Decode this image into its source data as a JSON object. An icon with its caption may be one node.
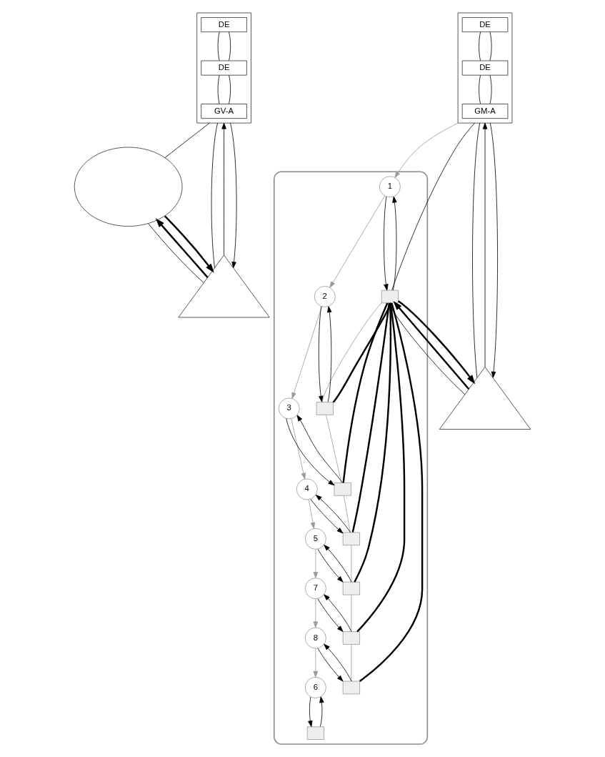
{
  "diagram": {
    "nodes": [
      {
        "text": [],
        "shape": "box"
      },
      {
        "text": [
          "DE"
        ],
        "in": 0
      },
      {
        "text": [
          "DE"
        ],
        "in": 0
      },
      {
        "text": [
          "GV-A"
        ],
        "in": 0
      },
      {
        "text": [],
        "shape": "ellipse"
      },
      {
        "text": [],
        "shape": "triangle"
      },
      {
        "text": [],
        "shape": "box"
      },
      {
        "text": [
          "DE"
        ],
        "in": 6
      },
      {
        "text": [
          "DE"
        ],
        "in": 6
      },
      {
        "text": [
          "GM-A"
        ],
        "in": 6
      },
      {
        "text": [],
        "shape": "triangle"
      },
      {
        "text": [],
        "shape": "ellipse"
      },
      {
        "text": [
          "1"
        ],
        "in": 11
      },
      {
        "text": [
          "2"
        ],
        "in": 11
      },
      {
        "text": [
          "3"
        ],
        "in": 11
      },
      {
        "text": [
          "4"
        ],
        "in": 11
      },
      {
        "text": [
          "5"
        ],
        "in": 11
      },
      {
        "text": [
          "7"
        ],
        "in": 11
      },
      {
        "text": [
          "8"
        ],
        "in": 11
      },
      {
        "text": [
          "6"
        ],
        "in": 11
      },
      {
        "text": [],
        "shape": "box",
        "in": 11
      },
      {
        "text": [],
        "shape": "box",
        "in": 11
      },
      {
        "text": [],
        "shape": "box",
        "in": 11
      },
      {
        "text": [],
        "shape": "box",
        "in": 11
      },
      {
        "text": [],
        "shape": "box",
        "in": 11
      },
      {
        "text": [],
        "shape": "box",
        "in": 11
      },
      {
        "text": [],
        "shape": "box",
        "in": 11
      },
      {
        "text": [],
        "shape": "box",
        "in": 11
      }
    ],
    "edges": [
      {
        "from": 1,
        "to": 2,
        "arrow": "none"
      },
      {
        "from": 2,
        "to": 3,
        "arrow": "none"
      },
      {
        "from": 1,
        "to": 2,
        "arrow": "none"
      },
      {
        "from": 2,
        "to": 3,
        "arrow": "none"
      },
      {
        "from": 4,
        "to": 0,
        "arrow": "none"
      },
      {
        "from": 0,
        "to": 5,
        "arrow": "none"
      },
      {
        "from": 4,
        "to": 5,
        "arrow": "none"
      },
      {
        "from": 5,
        "to": 0,
        "arrow": "to"
      },
      {
        "from": 0,
        "to": 5,
        "arrow": "to"
      },
      {
        "from": 5,
        "to": 4,
        "arrow": "to",
        "style": "thick"
      },
      {
        "from": 4,
        "to": 5,
        "arrow": "to",
        "style": "thick"
      },
      {
        "from": 7,
        "to": 8,
        "arrow": "none"
      },
      {
        "from": 8,
        "to": 9,
        "arrow": "none"
      },
      {
        "from": 7,
        "to": 8,
        "arrow": "none"
      },
      {
        "from": 8,
        "to": 9,
        "arrow": "none"
      },
      {
        "from": 6,
        "to": 12,
        "arrow": "to",
        "color": "#999999"
      },
      {
        "from": 6,
        "to": 20,
        "arrow": "none"
      },
      {
        "from": 6,
        "to": 10,
        "arrow": "none"
      },
      {
        "from": 20,
        "to": 10,
        "arrow": "none"
      },
      {
        "from": 10,
        "to": 6,
        "arrow": "to"
      },
      {
        "from": 6,
        "to": 10,
        "arrow": "to"
      },
      {
        "from": 10,
        "to": 20,
        "arrow": "to",
        "style": "thick"
      },
      {
        "from": 20,
        "to": 10,
        "arrow": "to",
        "style": "thick"
      },
      {
        "from": 12,
        "to": 13,
        "arrow": "to",
        "color": "#999999"
      },
      {
        "from": 13,
        "to": 14,
        "arrow": "to",
        "color": "#999999"
      },
      {
        "from": 14,
        "to": 15,
        "arrow": "to",
        "color": "#999999"
      },
      {
        "from": 15,
        "to": 16,
        "arrow": "to",
        "color": "#999999"
      },
      {
        "from": 16,
        "to": 17,
        "arrow": "to",
        "color": "#999999"
      },
      {
        "from": 17,
        "to": 18,
        "arrow": "to",
        "color": "#999999"
      },
      {
        "from": 18,
        "to": 19,
        "arrow": "to",
        "color": "#999999"
      },
      {
        "from": 20,
        "to": 12,
        "arrow": "to"
      },
      {
        "from": 12,
        "to": 20,
        "arrow": "to"
      },
      {
        "from": 21,
        "to": 13,
        "arrow": "to"
      },
      {
        "from": 13,
        "to": 21,
        "arrow": "to"
      },
      {
        "from": 22,
        "to": 14,
        "arrow": "to"
      },
      {
        "from": 14,
        "to": 22,
        "arrow": "to"
      },
      {
        "from": 23,
        "to": 15,
        "arrow": "to"
      },
      {
        "from": 15,
        "to": 23,
        "arrow": "to"
      },
      {
        "from": 24,
        "to": 16,
        "arrow": "to"
      },
      {
        "from": 16,
        "to": 24,
        "arrow": "to"
      },
      {
        "from": 25,
        "to": 17,
        "arrow": "to"
      },
      {
        "from": 17,
        "to": 25,
        "arrow": "to"
      },
      {
        "from": 26,
        "to": 18,
        "arrow": "to"
      },
      {
        "from": 18,
        "to": 26,
        "arrow": "to"
      },
      {
        "from": 27,
        "to": 19,
        "arrow": "to"
      },
      {
        "from": 19,
        "to": 27,
        "arrow": "to"
      },
      {
        "from": 20,
        "to": 21,
        "arrow": "none",
        "color": "#999999"
      },
      {
        "from": 21,
        "to": 22,
        "arrow": "none",
        "color": "#999999"
      },
      {
        "from": 22,
        "to": 23,
        "arrow": "none",
        "color": "#999999"
      },
      {
        "from": 23,
        "to": 24,
        "arrow": "none",
        "color": "#999999"
      },
      {
        "from": 24,
        "to": 25,
        "arrow": "none",
        "color": "#999999"
      },
      {
        "from": 25,
        "to": 26,
        "arrow": "none",
        "color": "#999999"
      },
      {
        "from": 20,
        "to": 21,
        "arrow": "none",
        "style": "thick"
      },
      {
        "from": 20,
        "to": 22,
        "arrow": "none",
        "style": "thick"
      },
      {
        "from": 20,
        "to": 23,
        "arrow": "none",
        "style": "thick"
      },
      {
        "from": 20,
        "to": 24,
        "arrow": "none",
        "style": "thick"
      },
      {
        "from": 20,
        "to": 25,
        "arrow": "none",
        "style": "thick"
      },
      {
        "from": 20,
        "to": 26,
        "arrow": "none",
        "style": "thick"
      }
    ]
  }
}
